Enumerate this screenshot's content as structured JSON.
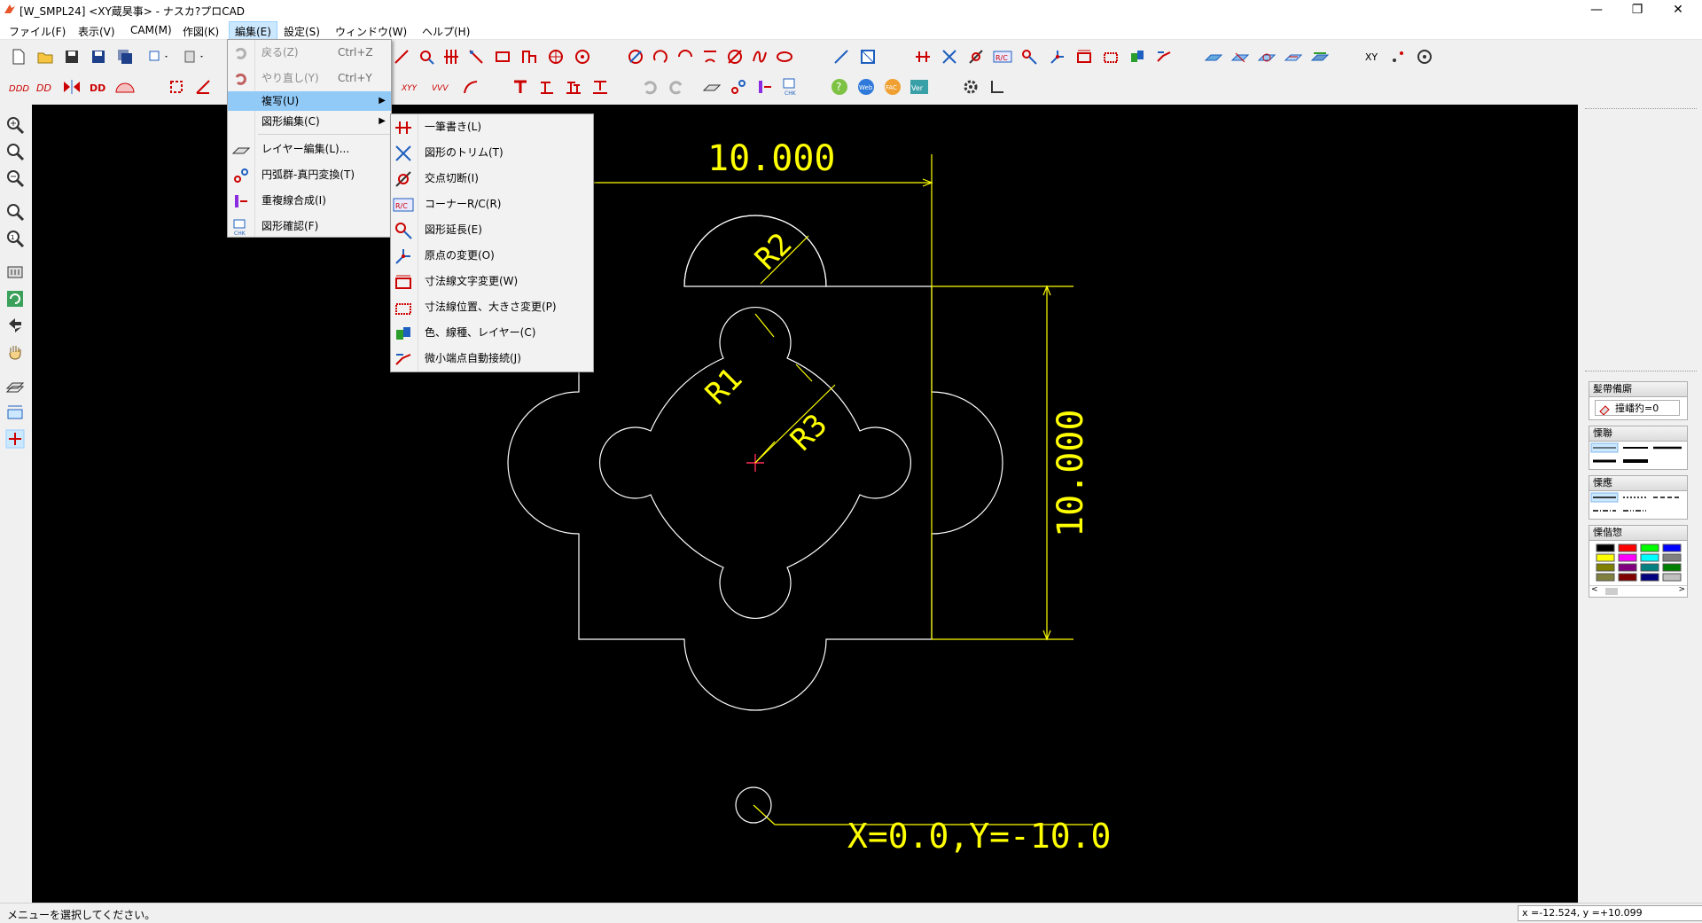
{
  "window": {
    "title": "[W_SMPL24] <XY蔵昊事> - ナスカ?プロCAD",
    "controls": [
      "—",
      "❐",
      "✕"
    ]
  },
  "menubar": [
    {
      "label": "ファイル(F)"
    },
    {
      "label": "表示(V)"
    },
    {
      "label": "CAM(M)"
    },
    {
      "label": "作図(K)"
    },
    {
      "label": "編集(E)"
    },
    {
      "label": "設定(S)"
    },
    {
      "label": "ウィンドウ(W)"
    },
    {
      "label": "ヘルプ(H)"
    }
  ],
  "edit_menu": {
    "items": [
      {
        "label": "戻る(Z)",
        "shortcut": "Ctrl+Z"
      },
      {
        "label": "やり直し(Y)",
        "shortcut": "Ctrl+Y"
      },
      {
        "label": "複写(U)"
      },
      {
        "label": "図形編集(C)"
      },
      {
        "label": "レイヤー編集(L)..."
      },
      {
        "label": "円弧群-真円変換(T)"
      },
      {
        "label": "重複線合成(I)"
      },
      {
        "label": "図形確認(F)"
      }
    ]
  },
  "submenu": {
    "items": [
      {
        "label": "一筆書き(L)"
      },
      {
        "label": "図形のトリム(T)"
      },
      {
        "label": "交点切断(I)"
      },
      {
        "label": "コーナーR/C(R)"
      },
      {
        "label": "図形延長(E)"
      },
      {
        "label": "原点の変更(O)"
      },
      {
        "label": "寸法線文字変更(W)"
      },
      {
        "label": "寸法線位置、大きさ変更(P)"
      },
      {
        "label": "色、線種、レイヤー(C)"
      },
      {
        "label": "微小端点自動接続(J)"
      }
    ]
  },
  "toolbar_icons": {
    "xy_label": "XY",
    "web": "Web",
    "fac": "FAC",
    "ver": "Ver",
    "chk": "CHK",
    "rc": "R/C"
  },
  "drawing": {
    "dim_top": "10.000",
    "dim_right": "10.000",
    "r1": "R1",
    "r2": "R2",
    "r3": "R3",
    "annotation": "X=0.0,Y=-10.0",
    "colors": {
      "outline": "#ffffff",
      "dim": "#ffff00",
      "origin": "#ff2d55",
      "background": "#000000"
    }
  },
  "right_panel": {
    "groups": [
      {
        "title": "髪帶備廝",
        "value": "撞嶓犳=0"
      },
      {
        "title": "慄聯"
      },
      {
        "title": "慄應"
      },
      {
        "title": "慄偕惣"
      }
    ],
    "palette_colors": [
      "#000000",
      "#ff0000",
      "#00ff00",
      "#0000ff",
      "#ffff00",
      "#ff00ff",
      "#00ffff",
      "#808080",
      "#808000",
      "#800080",
      "#008080",
      "#008000",
      "#808040",
      "#800000",
      "#000080",
      "#c0c0c0"
    ]
  },
  "status": {
    "message": "メニューを選択してください。",
    "coords": "x =-12.524,     y =+10.099"
  }
}
